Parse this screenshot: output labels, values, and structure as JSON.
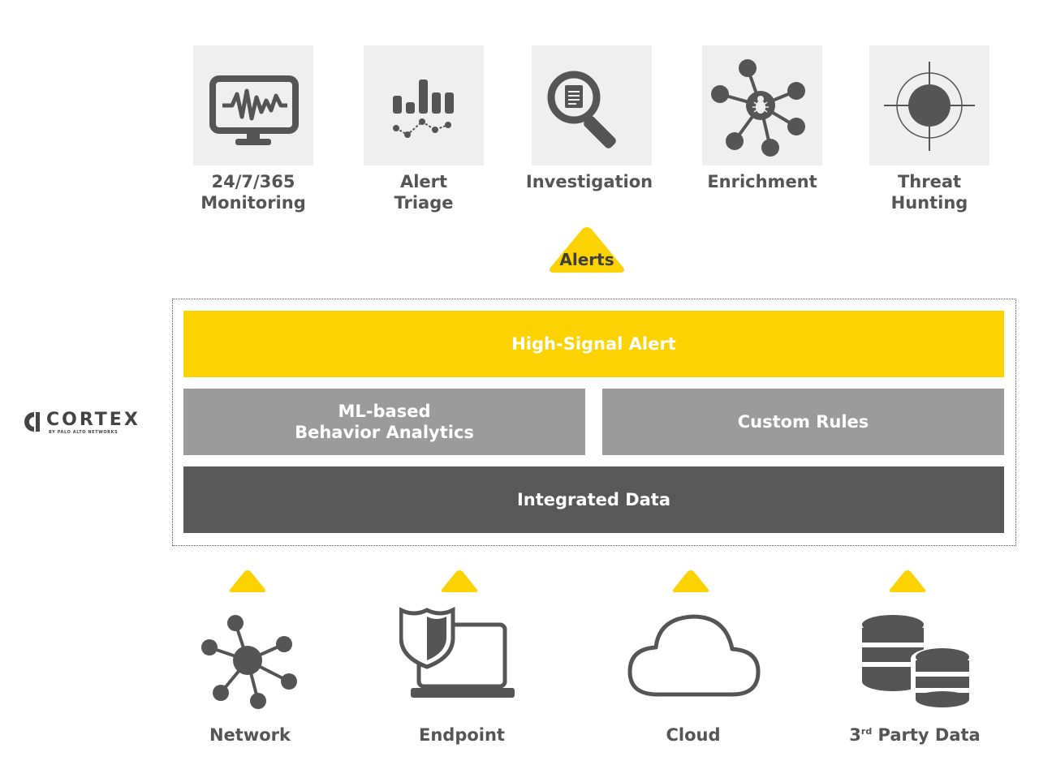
{
  "services": [
    {
      "line1": "24/7/365",
      "line2": "Monitoring",
      "icon": "monitor-pulse-icon"
    },
    {
      "line1": "Alert",
      "line2": "Triage",
      "icon": "bar-chart-icon"
    },
    {
      "line1": "Investigation",
      "line2": "",
      "icon": "magnifier-document-icon"
    },
    {
      "line1": "Enrichment",
      "line2": "",
      "icon": "bug-network-icon"
    },
    {
      "line1": "Threat",
      "line2": "Hunting",
      "icon": "crosshair-icon"
    }
  ],
  "alerts_label": "Alerts",
  "layers": {
    "top": "High-Signal Alert",
    "left_line1": "ML-based",
    "left_line2": "Behavior Analytics",
    "right": "Custom Rules",
    "bottom": "Integrated Data"
  },
  "brand": {
    "name": "CORTEX",
    "sub": "BY PALO ALTO NETWORKS"
  },
  "sources": [
    {
      "label": "Network",
      "icon": "network-hub-icon"
    },
    {
      "label": "Endpoint",
      "icon": "laptop-shield-icon"
    },
    {
      "label": "Cloud",
      "icon": "cloud-icon"
    },
    {
      "label_prefix": "3",
      "label_sup": "rd",
      "label_rest": " Party Data",
      "icon": "database-icon"
    }
  ],
  "colors": {
    "accent_yellow": "#fcd200",
    "mid_gray": "#9b9b9b",
    "dark_gray": "#585858",
    "icon_gray": "#555555",
    "tile_bg": "#efefef"
  }
}
